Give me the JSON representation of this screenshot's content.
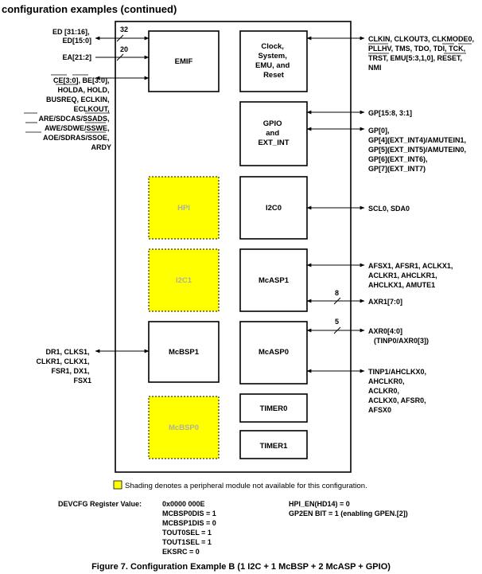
{
  "header": "configuration examples (continued)",
  "left_signals": {
    "ed": [
      "ED [31:16],",
      "ED[15:0]"
    ],
    "ed_width": "32",
    "ea": "EA[21:2]",
    "ea_width": "20",
    "ctrl": [
      "CE[3:0], BE[3:0],",
      "HOLDA, HOLD,",
      "BUSREQ, ECLKIN,",
      "ECLKOUT,",
      "ARE/SDCAS/SSADS,",
      "AWE/SDWE/SSWE,",
      "AOE/SDRAS/SSOE,",
      "ARDY"
    ],
    "mcbsp1": [
      "DR1, CLKS1,",
      "CLKR1, CLKX1,",
      "FSR1, DX1,",
      "FSX1"
    ]
  },
  "blocks": {
    "emif": "EMIF",
    "clock": [
      "Clock,",
      "System,",
      "EMU, and",
      "Reset"
    ],
    "gpio": [
      "GPIO",
      "and",
      "EXT_INT"
    ],
    "hpi": "HPI",
    "i2c0": "I2C0",
    "i2c1": "I2C1",
    "mcasp1": "McASP1",
    "mcbsp1": "McBSP1",
    "mcasp0": "McASP0",
    "mcbsp0": "McBSP0",
    "timer0": "TIMER0",
    "timer1": "TIMER1"
  },
  "right_signals": {
    "clock": [
      "CLKIN, CLKOUT3, CLKMODE0,",
      "PLLHV, TMS, TDO, TDI, TCK,",
      "TRST, EMU[5:3,1,0], RESET,",
      "NMI"
    ],
    "gp_bus": "GP[15:8, 3:1]",
    "gp_ext": [
      "GP[0],",
      "GP[4](EXT_INT4)/AMUTEIN1,",
      "GP[5](EXT_INT5)/AMUTEIN0,",
      "GP[6](EXT_INT6),",
      "GP[7](EXT_INT7)"
    ],
    "i2c0": "SCL0, SDA0",
    "mcasp1": [
      "AFSX1, AFSR1, ACLKX1,",
      "ACLKR1, AHCLKR1,",
      "AHCLKX1, AMUTE1"
    ],
    "axr1": "AXR1[7:0]",
    "axr1_width": "8",
    "axr0": [
      "AXR0[4:0]",
      "(TINP0/AXR0[3])"
    ],
    "axr0_width": "5",
    "mcasp0": [
      "TINP1/AHCLKX0,",
      "AHCLKR0,",
      "ACLKR0,",
      "ACLKX0, AFSR0,",
      "AFSX0"
    ]
  },
  "legend": "Shading denotes a peripheral module not available for this configuration.",
  "devcfg": {
    "label": "DEVCFG Register Value:",
    "values": [
      "0x0000 000E",
      "MCBSP0DIS = 1",
      "MCBSP1DIS = 0",
      "TOUT0SEL = 1",
      "TOUT1SEL = 1",
      "EKSRC = 0"
    ],
    "extra": [
      "HPI_EN(HD14) = 0",
      "GP2EN BIT = 1 (enabling GPEN.[2])"
    ]
  },
  "caption": "Figure 7. Configuration Example B (1 I2C + 1 McBSP + 2 McASP + GPIO)",
  "colors": {
    "unavailable": "#ffff00",
    "line": "#000000"
  }
}
